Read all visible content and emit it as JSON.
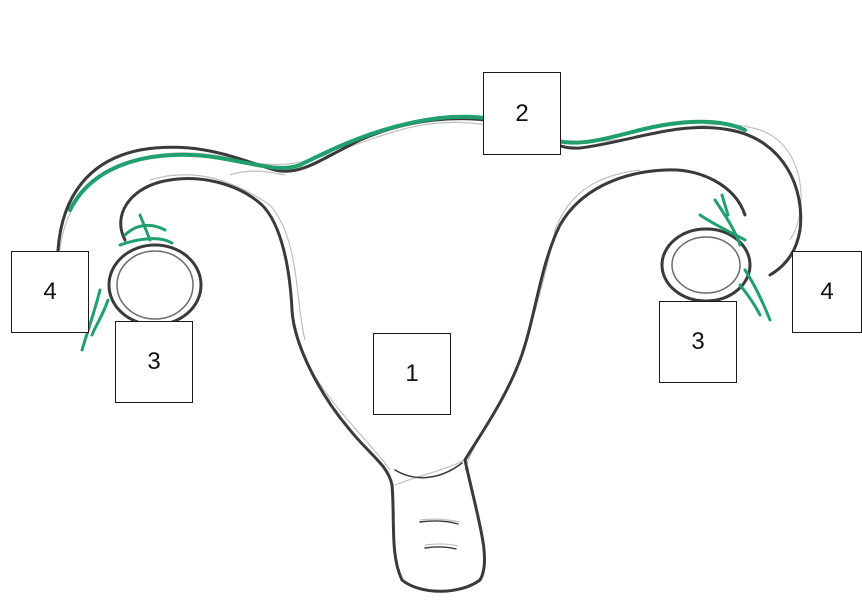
{
  "diagram": {
    "colors": {
      "outline": "#3a3a3a",
      "sketch": "#9a9a9a",
      "highlight": "#1fa06e"
    },
    "labels": {
      "body": "1",
      "fundus": "2",
      "ovary_left": "3",
      "ovary_right": "3",
      "tube_left": "4",
      "tube_right": "4"
    }
  }
}
